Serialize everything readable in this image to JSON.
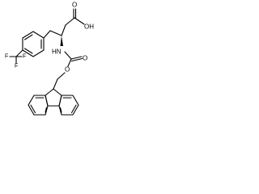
{
  "molecule": {
    "atom_labels": {
      "carbonyl_oxygen_acid": "O",
      "hydroxyl": "OH",
      "nitrogen_hydrogen": "HN",
      "carbamate_oxygen_single": "O",
      "carbamate_oxygen_double": "O",
      "fluorine_left": "F",
      "fluorine_right": "F",
      "fluorine_bottom": "F"
    }
  }
}
